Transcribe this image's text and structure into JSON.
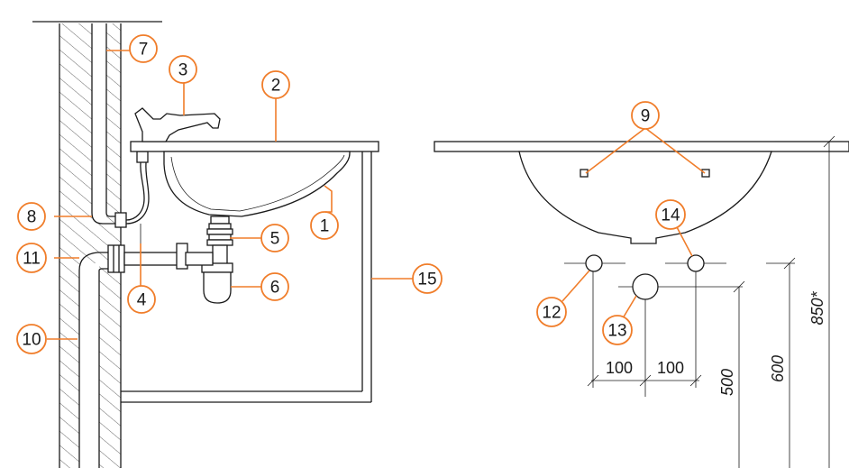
{
  "colors": {
    "accent": "#f07d2a",
    "line": "#1a1a1a",
    "hatch": "#555555"
  },
  "callouts": {
    "c1": "1",
    "c2": "2",
    "c3": "3",
    "c4": "4",
    "c5": "5",
    "c6": "6",
    "c7": "7",
    "c8": "8",
    "c9": "9",
    "c10": "10",
    "c11": "11",
    "c12": "12",
    "c13": "13",
    "c14": "14",
    "c15": "15"
  },
  "dimensions": {
    "spacing_left": "100",
    "spacing_right": "100",
    "height_500": "500",
    "height_600": "600",
    "height_850": "850*"
  }
}
